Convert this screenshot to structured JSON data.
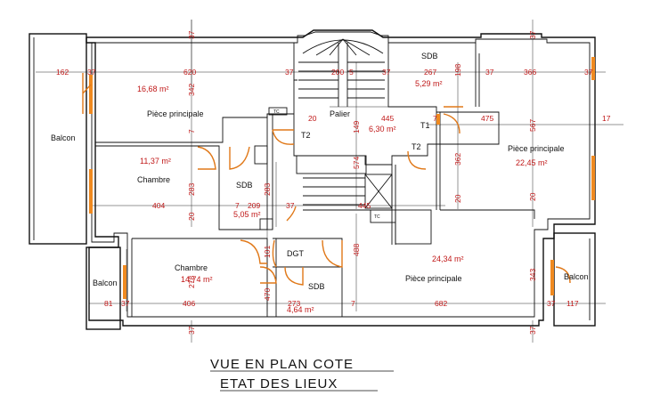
{
  "title_line1": "VUE EN PLAN COTE",
  "title_line2": "ETAT DES LIEUX",
  "rooms": {
    "balcon_left": "Balcon",
    "piece_top_left": "Pièce principale",
    "chambre_left": "Chambre",
    "sdb_left": "SDB",
    "palier": "Palier",
    "t2_left": "T2",
    "t2_right": "T2",
    "t1": "T1",
    "sdb_top": "SDB",
    "piece_right": "Pièce principale",
    "chambre_bottom": "Chambre",
    "dgt": "DGT",
    "sdb_bottom": "SDB",
    "piece_bottom": "Pièce principale",
    "balcon_bottom_left": "Balcon",
    "balcon_bottom_right": "Balcon"
  },
  "areas": {
    "piece_top_left": "16,68 m²",
    "chambre_left": "11,37 m²",
    "sdb_left": "5,05 m²",
    "palier": "6,30 m²",
    "sdb_top": "5,29 m²",
    "piece_right": "22,45 m²",
    "chambre_bottom": "14,74 m²",
    "sdb_bottom": "4,64 m²",
    "piece_bottom": "24,34 m²"
  },
  "dims": {
    "d162": "162",
    "d37a": "37",
    "d620": "620",
    "d37b": "37",
    "d200": "200",
    "d5": "5",
    "d37c": "37",
    "d267": "267",
    "d37d": "37",
    "d366": "366",
    "d37e": "37",
    "d37top1": "37",
    "d37top2": "37",
    "d342": "342",
    "d7a": "7",
    "d20a": "20",
    "d445a": "445",
    "d7b": "7",
    "d475": "475",
    "d17": "17",
    "d567": "567",
    "d198": "198",
    "d149": "149",
    "d362": "362",
    "d574": "574",
    "d283a": "283",
    "d283b": "283",
    "d404": "404",
    "d20b": "20",
    "d7c": "7",
    "d209": "209",
    "d37f": "37",
    "d445b": "445",
    "d20c": "20",
    "d20d": "20",
    "d488": "488",
    "d101": "101",
    "d278": "278",
    "d470": "470",
    "d81": "81",
    "d37g": "37",
    "d406": "406",
    "d273": "273",
    "d7d": "7",
    "d682": "682",
    "d37h": "37",
    "d117": "117",
    "d343": "343",
    "d37bot1": "37",
    "d37bot2": "37",
    "tc1": "TC",
    "tc2": "TC"
  }
}
